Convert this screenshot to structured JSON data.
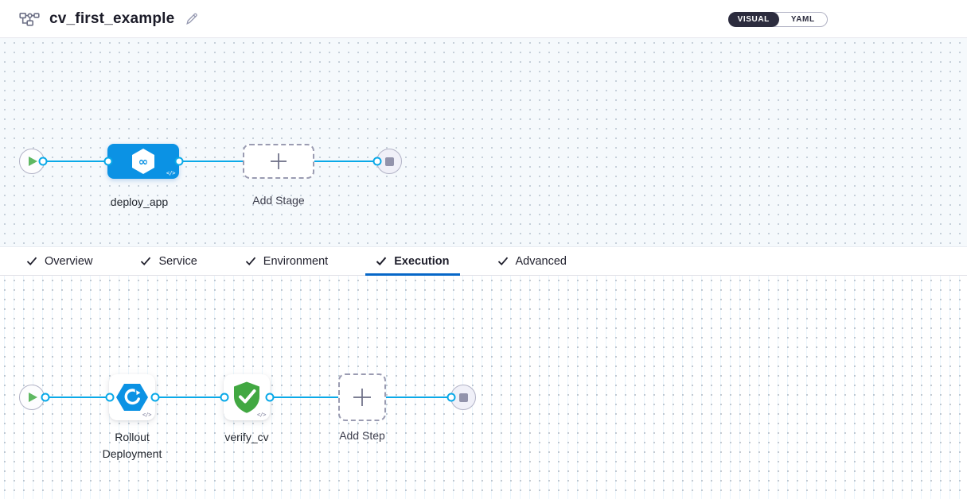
{
  "header": {
    "title": "cv_first_example",
    "view_toggle": {
      "visual_label": "VISUAL",
      "yaml_label": "YAML"
    }
  },
  "stage_pipeline": {
    "stage": {
      "label": "deploy_app",
      "icon": "harness-cd-hexagon-infinity-icon"
    },
    "add_stage": {
      "label": "Add Stage"
    }
  },
  "tabs": [
    {
      "label": "Overview",
      "checked": true,
      "active": false
    },
    {
      "label": "Service",
      "checked": true,
      "active": false
    },
    {
      "label": "Environment",
      "checked": true,
      "active": false
    },
    {
      "label": "Execution",
      "checked": true,
      "active": true
    },
    {
      "label": "Advanced",
      "checked": true,
      "active": false
    }
  ],
  "execution": {
    "steps": [
      {
        "label": "Rollout Deployment",
        "icon": "rollout-deployment-icon"
      },
      {
        "label": "verify_cv",
        "icon": "verify-shield-check-icon"
      }
    ],
    "add_step": {
      "label": "Add Step"
    }
  },
  "colors": {
    "accent_blue": "#0b92e4",
    "connector_blue": "#0aa9e8",
    "tab_underline": "#0667c8",
    "verify_green": "#42a842",
    "play_green": "#5fb862",
    "toggle_dark": "#2c2c3e",
    "stage_canvas_bg": "#f5f9fc"
  }
}
